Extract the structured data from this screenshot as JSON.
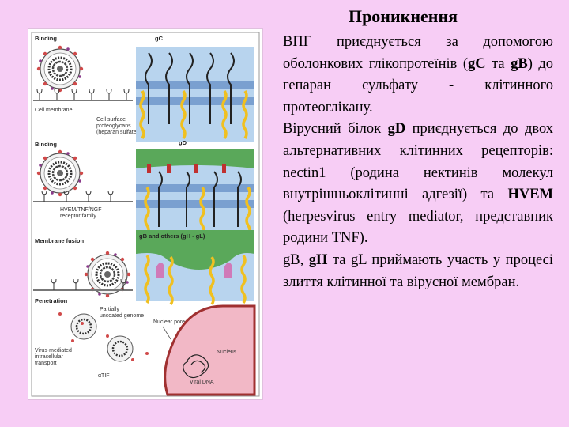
{
  "title": "Проникнення",
  "paragraphs": [
    {
      "runs": [
        {
          "t": "ВПГ приєднується за допомогою оболонкових глікопротеїнів ("
        },
        {
          "t": "gC",
          "b": true
        },
        {
          "t": " та "
        },
        {
          "t": "gB",
          "b": true
        },
        {
          "t": ") до гепаран сульфату - клітинного протеоглікану."
        }
      ]
    },
    {
      "runs": [
        {
          "t": "Вірусний білок "
        },
        {
          "t": "gD",
          "b": true
        },
        {
          "t": " приєднується до двох альтернативних клітинних рецепторів: nectin1 (родина нектинів молекул внутрішньоклітинні адгезії) та "
        },
        {
          "t": "HVEM",
          "b": true
        },
        {
          "t": " (herpesvirus entry mediator, представник родини TNF)."
        }
      ]
    },
    {
      "runs": [
        {
          "t": "gB, "
        },
        {
          "t": "gH",
          "b": true
        },
        {
          "t": " та gL приймають участь у процесі злиття клітинної та вірусної мембран."
        }
      ]
    }
  ],
  "figure": {
    "panel1": {
      "title": "Binding",
      "protein": "gC",
      "cell_membrane": "Cell membrane",
      "proteoglycans": "Cell surface proteoglycans (heparan sulfate)"
    },
    "panel2": {
      "title": "Binding",
      "protein": "gD",
      "receptor": "HVEM/TNF/NGF receptor family"
    },
    "panel3": {
      "title": "Membrane fusion",
      "protein": "gB and others (gH - gL)"
    },
    "panel4": {
      "title": "Penetration",
      "uncoated": "Partially uncoated genome",
      "nuclear_pore": "Nuclear pore",
      "transport": "Virus-mediated intracellular transport",
      "nucleus": "Nucleus",
      "alpha_tif": "αTIF",
      "viral_dna": "Viral DNA"
    }
  }
}
